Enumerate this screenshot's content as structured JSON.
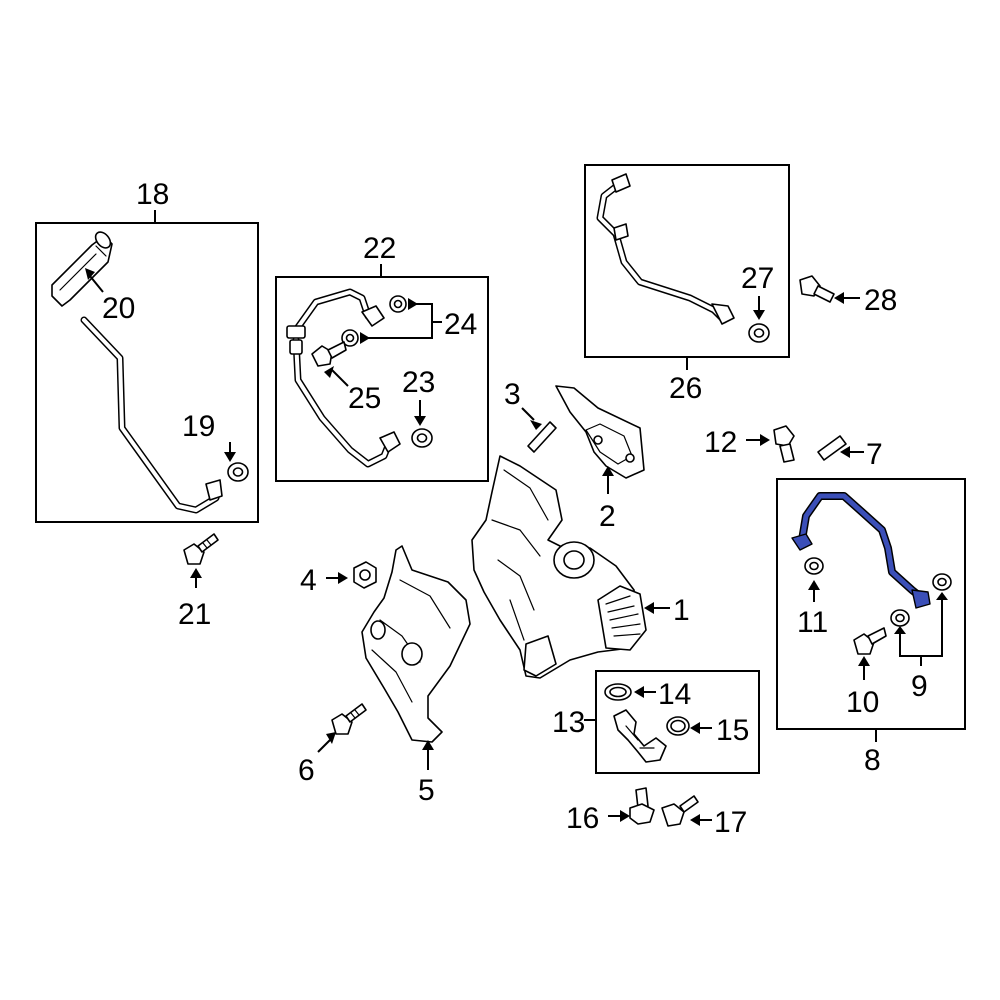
{
  "diagram": {
    "accent_color": "#3b4fb8",
    "highlighted_part": "8",
    "callouts": {
      "c1": "1",
      "c2": "2",
      "c3": "3",
      "c4": "4",
      "c5": "5",
      "c6": "6",
      "c7": "7",
      "c8": "8",
      "c9": "9",
      "c10": "10",
      "c11": "11",
      "c12": "12",
      "c13": "13",
      "c14": "14",
      "c15": "15",
      "c16": "16",
      "c17": "17",
      "c18": "18",
      "c19": "19",
      "c20": "20",
      "c21": "21",
      "c22": "22",
      "c23": "23",
      "c24": "24",
      "c25": "25",
      "c26": "26",
      "c27": "27",
      "c28": "28"
    }
  }
}
